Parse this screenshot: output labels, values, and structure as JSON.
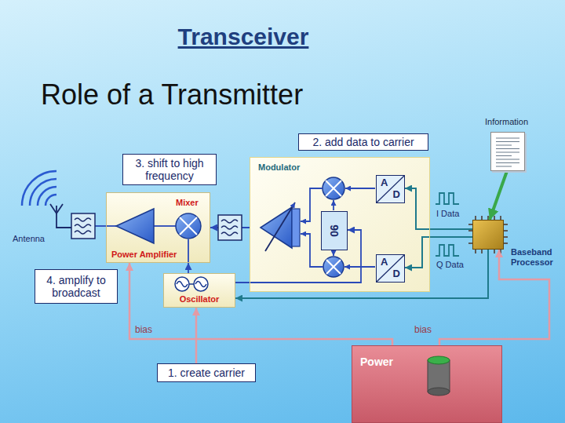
{
  "diagram": {
    "title": "Transceiver",
    "nodes": [
      {
        "text": [
          "Information"
        ]
      },
      {
        "text": [
          "2. add data to carrier"
        ]
      },
      {
        "text": [
          "3. shift to high frequency"
        ]
      },
      {
        "text": [
          "Modulator"
        ]
      },
      {
        "text": [
          "A",
          "D"
        ],
        "in": 3
      },
      {
        "text": [
          "90"
        ],
        "in": 3
      },
      {
        "text": [
          "A",
          "D"
        ],
        "in": 3
      },
      {
        "text": [
          "Baseband Processor"
        ]
      },
      {
        "text": [
          "Mixer",
          "Power Amplifier"
        ]
      },
      {
        "text": [
          "4. amplify to broadcast"
        ]
      },
      {
        "text": [
          "Oscillator"
        ]
      },
      {
        "text": [
          "1. create carrier"
        ]
      },
      {
        "text": [
          "Power"
        ]
      }
    ],
    "edges": [
      {
        "from": 0,
        "to": 7,
        "arrow": "to"
      },
      {
        "from": 7,
        "to": 4,
        "arrow": "to"
      },
      {
        "from": 7,
        "to": 6,
        "arrow": "to"
      },
      {
        "from": 7,
        "to": 10,
        "arrow": "to"
      },
      {
        "from": 10,
        "to": 5,
        "arrow": "to"
      },
      {
        "from": 10,
        "to": 8,
        "arrow": "to"
      },
      {
        "from": 3,
        "to": 8,
        "arrow": "to"
      },
      {
        "from": 11,
        "to": 10,
        "arrow": "to"
      },
      {
        "from": 12,
        "to": 8,
        "label": "bias",
        "arrow": "to"
      },
      {
        "from": 12,
        "to": 7,
        "label": "bias",
        "arrow": "to"
      }
    ],
    "labels": [
      "Role of a Transmitter",
      "Antenna",
      "I Data",
      "Q Data"
    ]
  }
}
